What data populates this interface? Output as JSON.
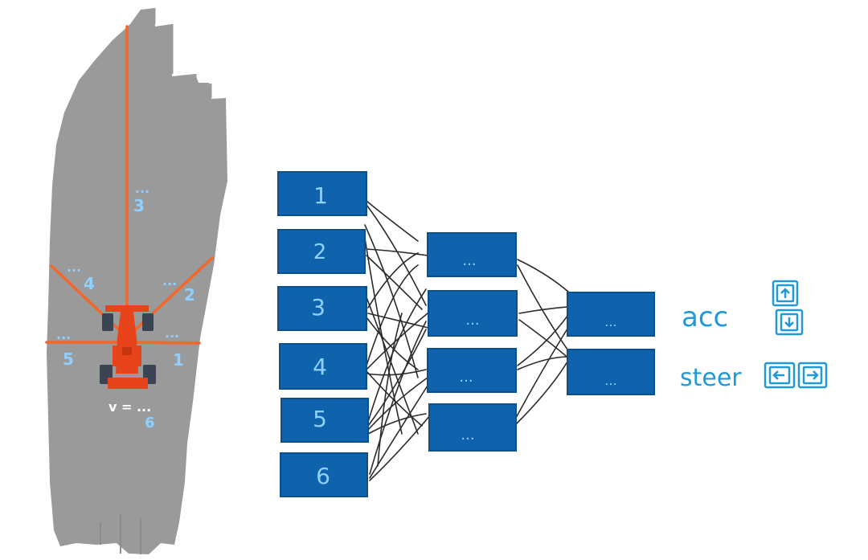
{
  "track": {
    "sensors": [
      {
        "id": "1",
        "value": "..."
      },
      {
        "id": "2",
        "value": "..."
      },
      {
        "id": "3",
        "value": "..."
      },
      {
        "id": "4",
        "value": "..."
      },
      {
        "id": "5",
        "value": "..."
      }
    ],
    "velocity": {
      "label": "v = ...",
      "id": "6"
    }
  },
  "network": {
    "input_nodes": [
      "1",
      "2",
      "3",
      "4",
      "5",
      "6"
    ],
    "hidden_nodes": [
      "...",
      "...",
      "...",
      "..."
    ],
    "output_nodes": [
      "...",
      "..."
    ]
  },
  "outputs": {
    "acc_label": "acc",
    "steer_label": "steer",
    "keys": {
      "up": "up-arrow-key-icon",
      "down": "down-arrow-key-icon",
      "left": "left-arrow-key-icon",
      "right": "right-arrow-key-icon"
    }
  },
  "colors": {
    "track": "#9a9a9a",
    "ray": "#f4672a",
    "sensor_label": "#8fd0ff",
    "node_fill": "#0f63ad",
    "node_text": "#8ed1ff",
    "output_text": "#1f9ad6",
    "connection": "#2b2b2b",
    "car": "#e8441b"
  }
}
